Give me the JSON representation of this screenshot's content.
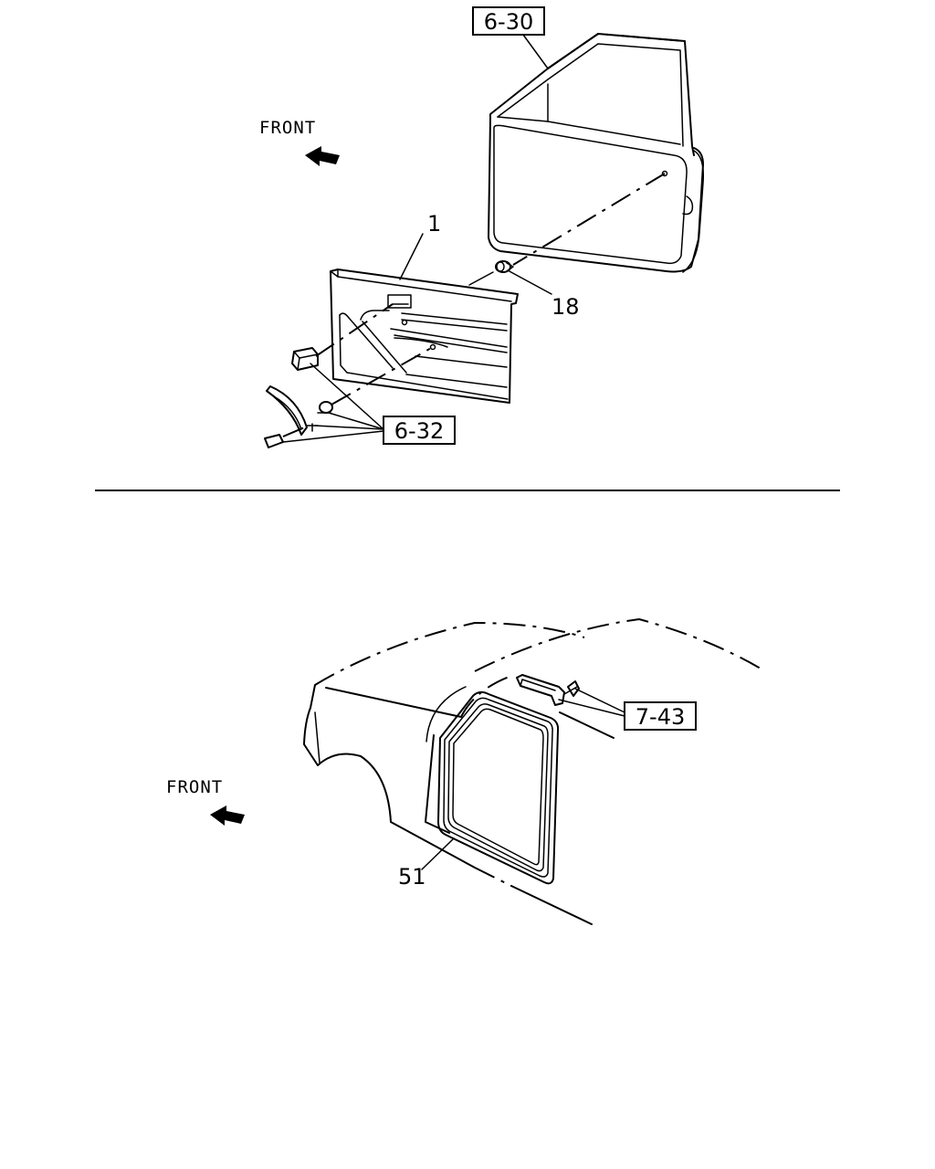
{
  "top_view": {
    "front_label": "FRONT",
    "callouts": {
      "door_ref": "6-30",
      "part_trim_panel": "1",
      "part_clip": "18",
      "fastener_ref": "6-32"
    }
  },
  "bottom_view": {
    "front_label": "FRONT",
    "callouts": {
      "handle_ref": "7-43",
      "part_weatherstrip": "51"
    }
  }
}
